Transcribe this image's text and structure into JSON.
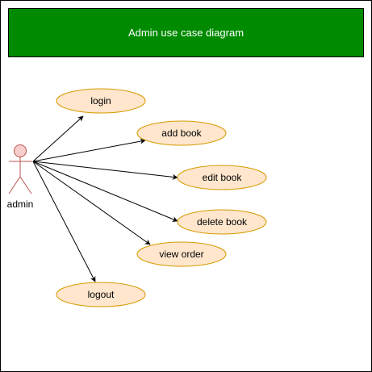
{
  "diagram": {
    "title": "Admin use case diagram",
    "colors": {
      "banner_fill": "#008a00",
      "banner_text": "#ffffff",
      "usecase_fill": "#ffe6cc",
      "usecase_stroke": "#d79b00",
      "actor_fill": "#f8cecc",
      "actor_stroke": "#b85450",
      "edge": "#000000"
    },
    "actor": {
      "label": "admin"
    },
    "use_cases": [
      {
        "id": "login",
        "label": "login"
      },
      {
        "id": "add-book",
        "label": "add book"
      },
      {
        "id": "edit-book",
        "label": "edit book"
      },
      {
        "id": "delete-book",
        "label": "delete book"
      },
      {
        "id": "view-order",
        "label": "view order"
      },
      {
        "id": "logout",
        "label": "logout"
      }
    ]
  }
}
